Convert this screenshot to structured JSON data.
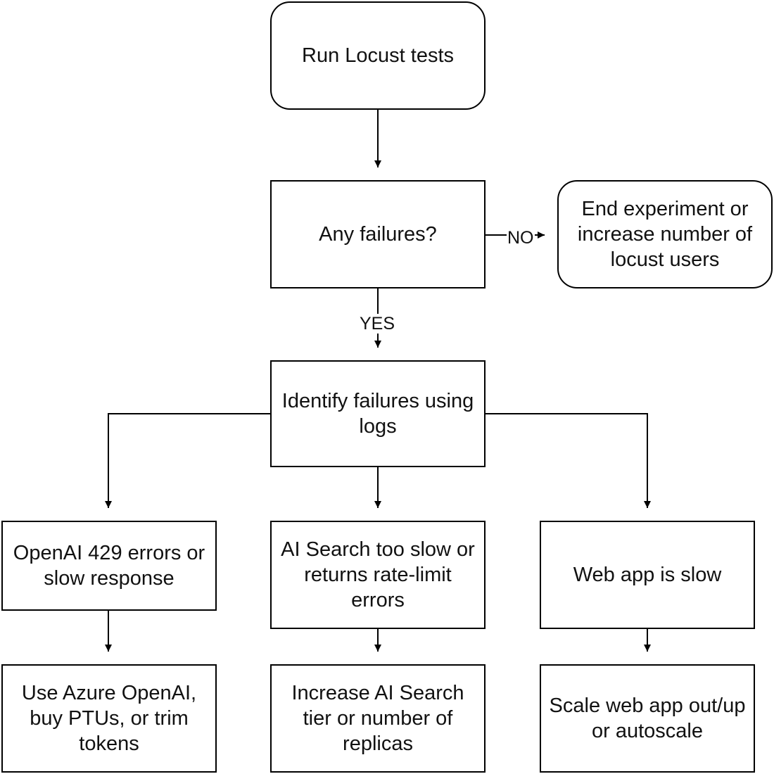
{
  "nodes": {
    "run_tests": "Run Locust tests",
    "any_failures": "Any failures?",
    "end_experiment": "End experiment or\nincrease number of\nlocust users",
    "identify_failures": "Identify failures using\nlogs",
    "openai_errors": "OpenAI 429 errors or\nslow response",
    "ai_search_slow": "AI Search too slow or\nreturns rate-limit\nerrors",
    "web_app_slow": "Web app is slow",
    "use_azure_openai": "Use Azure OpenAI,\nbuy PTUs, or trim\ntokens",
    "increase_ai_search": "Increase AI Search\ntier or number of\nreplicas",
    "scale_web_app": "Scale web app out/up\nor autoscale"
  },
  "edge_labels": {
    "no": "NO",
    "yes": "YES"
  },
  "colors": {
    "stroke": "#000000",
    "background": "#ffffff",
    "text": "#111111"
  }
}
